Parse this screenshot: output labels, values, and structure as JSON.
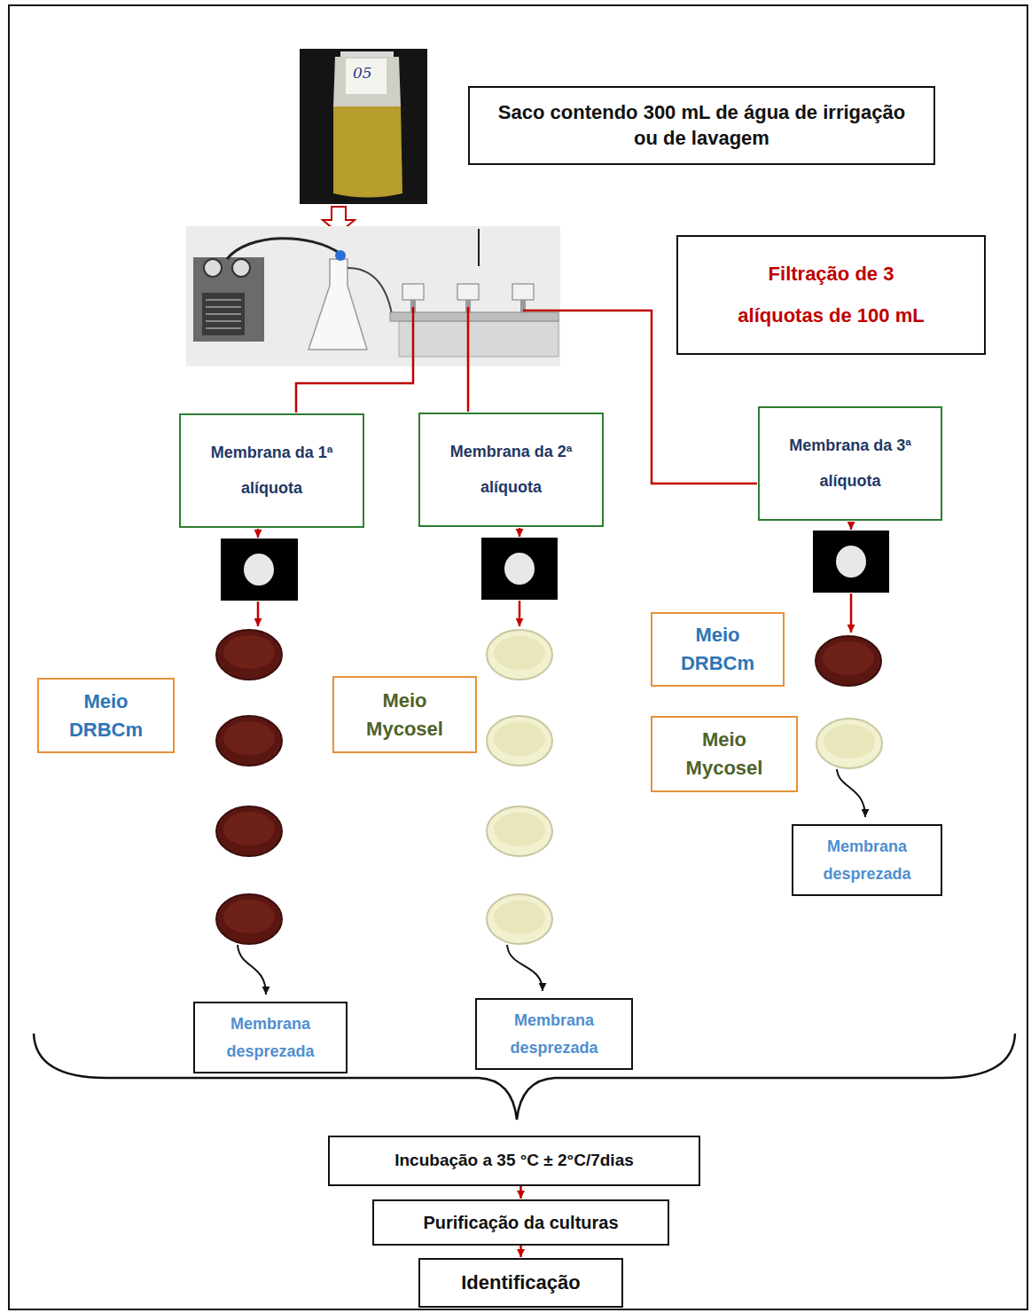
{
  "diagram": {
    "nodes": [
      {
        "text": [
          "Saco contendo 300 mL de água de irrigação ou de lavagem"
        ]
      },
      {
        "text": [
          "Filtração de 3 alíquotas de 100 mL"
        ]
      },
      {
        "text": [
          "Membrana da 1ª alíquota"
        ]
      },
      {
        "text": [
          "Membrana da 2ª alíquota"
        ]
      },
      {
        "text": [
          "Membrana da 3ª alíquota"
        ]
      },
      {
        "text": [
          "Meio DRBCm"
        ]
      },
      {
        "text": [
          "Meio DRBCm"
        ]
      },
      {
        "text": [
          "Meio Mycosel"
        ]
      },
      {
        "text": [
          "Meio Mycosel"
        ]
      },
      {
        "text": [
          "Membrana desprezada"
        ]
      },
      {
        "text": [
          "Membrana desprezada"
        ]
      },
      {
        "text": [
          "Membrana desprezada"
        ]
      },
      {
        "text": [
          "Incubação a 35 °C ± 2°C/7dias"
        ]
      },
      {
        "text": [
          "Purificação da culturas"
        ]
      },
      {
        "text": [
          "Identificação"
        ]
      }
    ],
    "edges": [
      {
        "from": 12,
        "to": 13,
        "arrow": "to"
      },
      {
        "from": 13,
        "to": 14,
        "arrow": "to"
      }
    ],
    "labels": [
      "05"
    ]
  }
}
